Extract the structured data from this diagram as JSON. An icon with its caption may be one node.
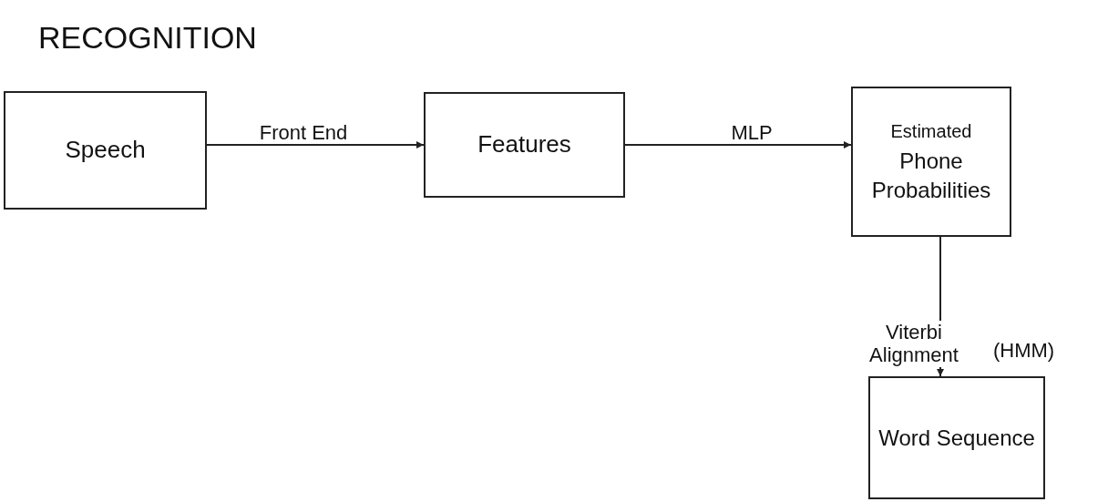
{
  "diagram": {
    "title": "RECOGNITION",
    "nodes": [
      {
        "text": [
          "Speech"
        ]
      },
      {
        "text": [
          "Features"
        ]
      },
      {
        "text": [
          "Estimated",
          "Phone Probabilities"
        ]
      },
      {
        "text": [
          "Word Sequence"
        ]
      }
    ],
    "edges": [
      {
        "from": 0,
        "to": 1,
        "arrow": "to",
        "label": "Front End"
      },
      {
        "from": 1,
        "to": 2,
        "arrow": "to",
        "label": "MLP"
      },
      {
        "from": 2,
        "to": 3,
        "arrow": "to",
        "label": "Viterbi Alignment"
      }
    ],
    "labels": [
      "(HMM)"
    ]
  }
}
